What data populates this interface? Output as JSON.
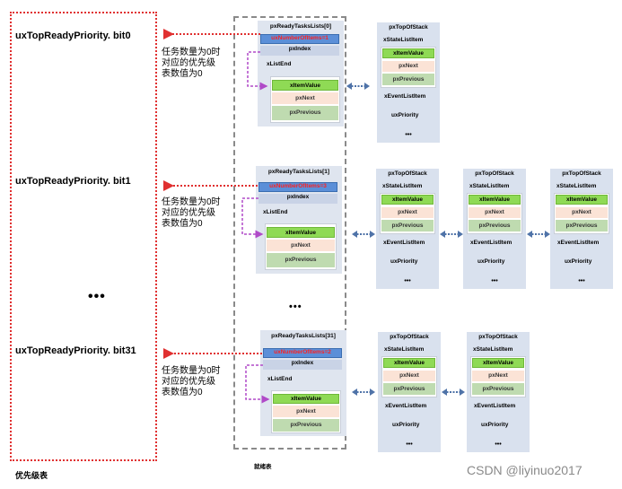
{
  "priority_table": {
    "bits": [
      "uxTopReadyPriority. bit0",
      "uxTopReadyPriority. bit1",
      "uxTopReadyPriority. bit31"
    ],
    "ellipsis": "•••",
    "caption": "优先级表"
  },
  "notes": [
    [
      "任务数量为0时",
      "对应的优先级",
      "表数值为0"
    ],
    [
      "任务数量为0时",
      "对应的优先级",
      "表数值为0"
    ],
    [
      "任务数量为0时",
      "对应的优先级",
      "表数值为0"
    ]
  ],
  "ready_lists": [
    {
      "title": "pxReadyTasksLists[0]",
      "num_items": "uxNumberOfItems=1",
      "index": "pxIndex",
      "list_end": "xListEnd",
      "end_item": {
        "value": "xItemValue",
        "next": "pxNext",
        "prev": "pxPrevious"
      }
    },
    {
      "title": "pxReadyTasksLists[1]",
      "num_items": "uxNumberOfItems=3",
      "index": "pxIndex",
      "list_end": "xListEnd",
      "end_item": {
        "value": "xItemValue",
        "next": "pxNext",
        "prev": "pxPrevious"
      }
    },
    {
      "title": "pxReadyTasksLists[31]",
      "num_items": "uxNumberOfItems=2",
      "index": "pxIndex",
      "list_end": "xListEnd",
      "end_item": {
        "value": "xItemValue",
        "next": "pxNext",
        "prev": "pxPrevious"
      }
    }
  ],
  "ready_ellipsis": "•••",
  "ready_caption": "就绪表",
  "tcb": {
    "top": "pxTopOfStack",
    "state": "xStateListItem",
    "value": "xItemValue",
    "next": "pxNext",
    "prev": "pxPrevious",
    "event": "xEventListItem",
    "priority": "uxPriority",
    "dots": "•••"
  },
  "watermark": "CSDN @liyinuo2017",
  "colors": {
    "red": "#e03030",
    "purple": "#b04ac8",
    "blue_arrow": "#4f73a8"
  }
}
